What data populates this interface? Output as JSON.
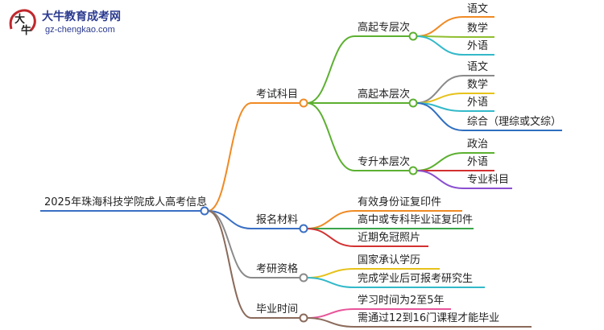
{
  "logo": {
    "name": "大牛教育成考网",
    "url": "gz-chengkao.com",
    "mark_glyph_top": "大",
    "mark_glyph_bottom": "牛"
  },
  "colors": {
    "root": "#3a6fc4",
    "exam": "#f08a24",
    "gaoqi_zhuan": "#5cb030",
    "gaoqi_ben": "#5cb030",
    "zhuan_sheng_ben": "#5cb030",
    "chinese": "#f08a24",
    "math": "#8fbf2f",
    "foreign": "#33b9c9",
    "gray": "#8a8a8a",
    "yellow": "#e6c21a",
    "blue": "#2f6fc0",
    "red": "#d33030",
    "purple": "#8a4fd0",
    "materials": "#3a6fc4",
    "postgrad": "#8a8a8a",
    "graduation": "#8a6a5a",
    "pink": "#e8559a",
    "green": "#3aa54a"
  },
  "mindmap": {
    "root": {
      "label": "2025年珠海科技学院成人高考信息"
    },
    "branches": [
      {
        "label": "考试科目",
        "children": [
          {
            "label": "高起专层次",
            "children": [
              "语文",
              "数学",
              "外语"
            ]
          },
          {
            "label": "高起本层次",
            "children": [
              "语文",
              "数学",
              "外语",
              "综合（理综或文综）"
            ]
          },
          {
            "label": "专升本层次",
            "children": [
              "政治",
              "外语",
              "专业科目"
            ]
          }
        ]
      },
      {
        "label": "报名材料",
        "children": [
          "有效身份证复印件",
          "高中或专科毕业证复印件",
          "近期免冠照片"
        ]
      },
      {
        "label": "考研资格",
        "children": [
          "国家承认学历",
          "完成学业后可报考研究生"
        ]
      },
      {
        "label": "毕业时间",
        "children": [
          "学习时间为2至5年",
          "需通过12到16门课程才能毕业"
        ]
      }
    ]
  }
}
